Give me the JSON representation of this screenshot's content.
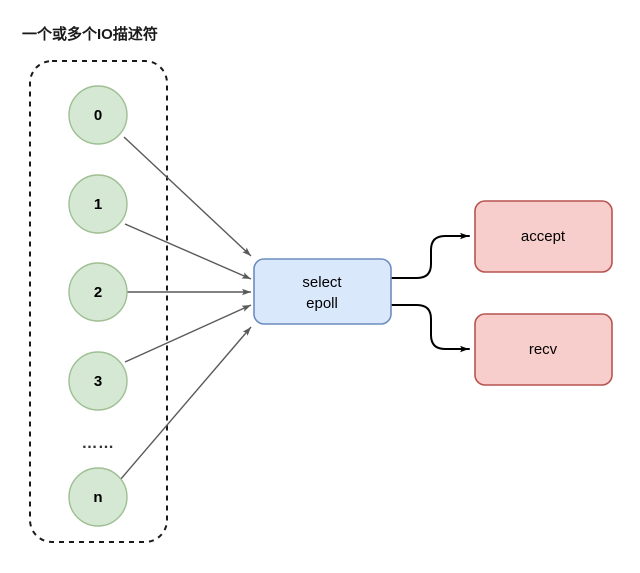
{
  "diagram": {
    "caption": "一个或多个IO描述符",
    "group_box": {
      "name": "io-descriptor-group",
      "style": "dashed-rounded-rectangle"
    },
    "descriptors": [
      {
        "label": "0"
      },
      {
        "label": "1"
      },
      {
        "label": "2"
      },
      {
        "label": "3"
      },
      {
        "label": "n"
      }
    ],
    "ellipsis": "……",
    "multiplexer": {
      "line1": "select",
      "line2": "epoll"
    },
    "outputs": [
      {
        "label": "accept"
      },
      {
        "label": "recv"
      }
    ],
    "colors": {
      "circle_fill": "#d5e8d4",
      "circle_stroke": "#9ebf93",
      "multiplexer_fill": "#dae8fc",
      "multiplexer_stroke": "#6c8ebf",
      "output_fill": "#f8cecc",
      "output_stroke": "#b85450",
      "converge_arrow": "#595959",
      "branch_arrow": "#000000",
      "group_stroke": "#1a1a1a",
      "background": "#ffffff",
      "caption_text": "#1a1a1a"
    }
  }
}
